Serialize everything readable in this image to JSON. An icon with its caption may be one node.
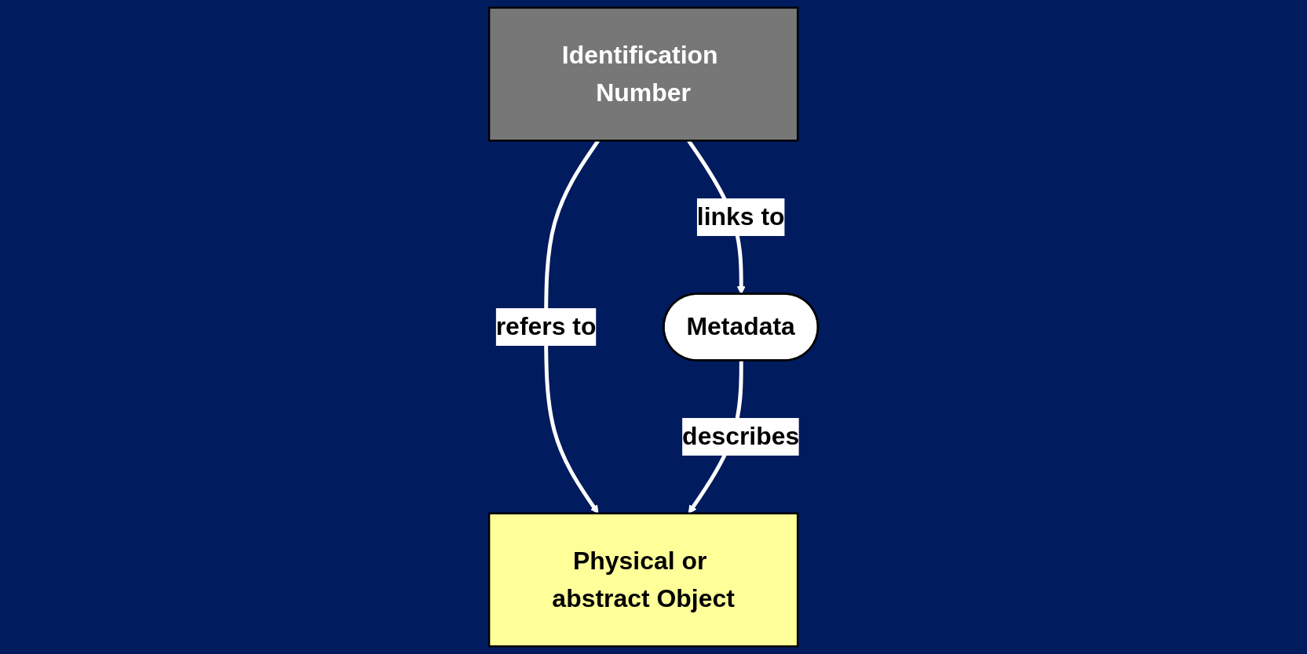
{
  "diagram": {
    "nodes": [
      {
        "text": [
          "Identification Number"
        ]
      },
      {
        "text": [
          "Metadata"
        ]
      },
      {
        "text": [
          "Physical or abstract Object"
        ]
      }
    ],
    "edges": [
      {
        "from": 0,
        "to": 1,
        "arrow": "to",
        "label": "links to"
      },
      {
        "from": 0,
        "to": 2,
        "arrow": "to",
        "label": "refers to"
      },
      {
        "from": 1,
        "to": 2,
        "arrow": "to",
        "label": "describes"
      }
    ]
  }
}
